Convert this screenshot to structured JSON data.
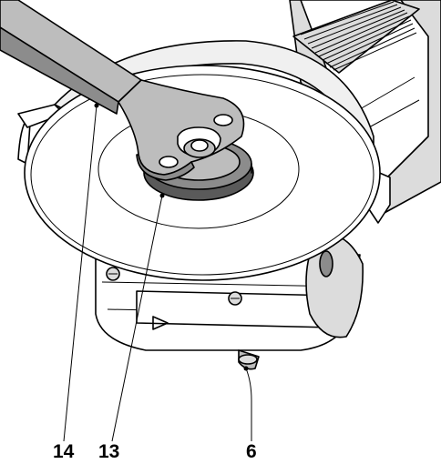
{
  "callouts": {
    "wrench": "14",
    "flange_nut": "13",
    "spindle_lock": "6"
  },
  "colors": {
    "ink": "#000000",
    "paper": "#ffffff"
  }
}
